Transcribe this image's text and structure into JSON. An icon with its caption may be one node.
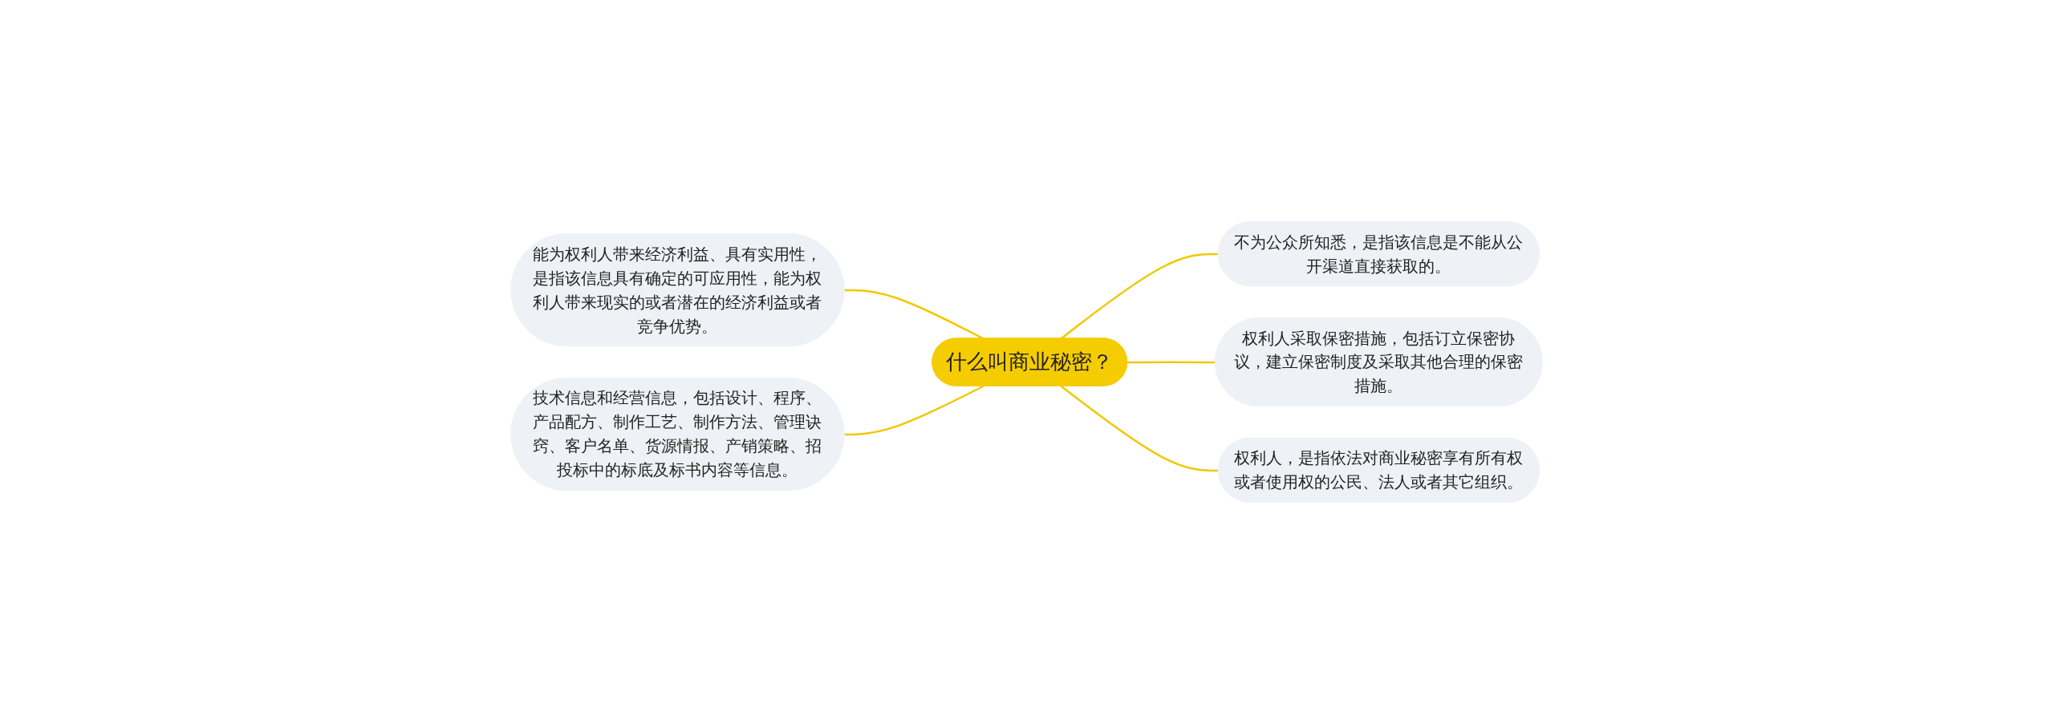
{
  "diagram": {
    "nodes": [
      {
        "text": [
          "什么叫商业秘密？"
        ]
      },
      {
        "text": [
          "能为权利人带来经济利益、具有实用性，是指该信息具有确定的可应用性，能为权利人带来现实的或者潜在的经济利益或者竞争优势。"
        ]
      },
      {
        "text": [
          "技术信息和经营信息，包括设计、程序、产品配方、制作工艺、制作方法、管理诀窍、客户名单、货源情报、产销策略、招投标中的标底及标书内容等信息。"
        ]
      },
      {
        "text": [
          "不为公众所知悉，是指该信息是不能从公开渠道直接获取的。"
        ]
      },
      {
        "text": [
          "权利人采取保密措施，包括订立保密协议，建立保密制度及采取其他合理的保密措施。"
        ]
      },
      {
        "text": [
          "权利人，是指依法对商业秘密享有所有权或者使用权的公民、法人或者其它组织。"
        ]
      }
    ],
    "edges": [
      {
        "from": 0,
        "to": 1,
        "arrow": "none"
      },
      {
        "from": 0,
        "to": 2,
        "arrow": "none"
      },
      {
        "from": 0,
        "to": 3,
        "arrow": "none"
      },
      {
        "from": 0,
        "to": 4,
        "arrow": "none"
      },
      {
        "from": 0,
        "to": 5,
        "arrow": "none"
      }
    ]
  }
}
